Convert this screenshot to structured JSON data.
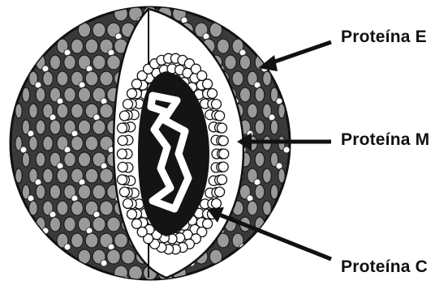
{
  "labels": {
    "protein_e": "Proteína E",
    "protein_m": "Proteína M",
    "protein_c": "Proteína C"
  },
  "colors": {
    "background": "#ffffff",
    "ink": "#111111",
    "envelope_dark": "#3a3a3a",
    "envelope_protein": "#9a9a9a",
    "core": "#141414",
    "vesicle_fill": "#ffffff"
  }
}
